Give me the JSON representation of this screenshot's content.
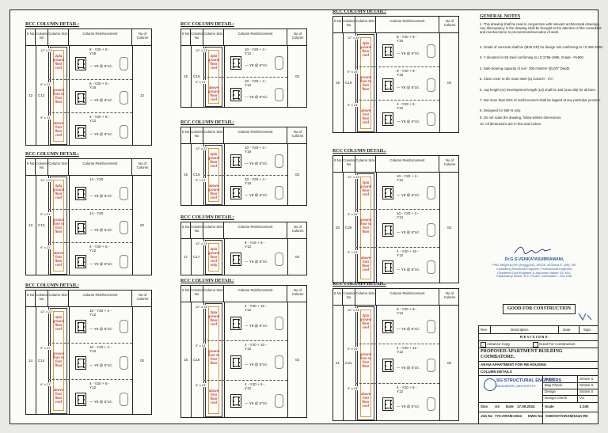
{
  "tables": [
    {
      "title": "RCC COLUMN DETAIL:",
      "headers": [
        "S No",
        "Column No",
        "Column Size",
        "Column Reinforcement",
        "No of Column"
      ],
      "sno": "12",
      "col": "C12",
      "count": "12",
      "rows": [
        {
          "size": "12\" x 21\"",
          "floor": "2pla ground floor roof",
          "reinf": "8 - Y20 + 6 - Y16",
          "tie": "Y8 @ 6\"c/c"
        },
        {
          "size": "9\" x 21\"",
          "floor": "ground floor to first floor",
          "reinf": "6 - Y20 + 6 - Y16",
          "tie": "Y8 @ 6\"c/c"
        },
        {
          "size": "9\" x 21\"",
          "floor": "above first floor roof",
          "reinf": "4 - Y20 + 6 - Y12",
          "tie": "Y8 @ 6\"c/c"
        }
      ]
    },
    {
      "title": "RCC COLUMN DETAIL:",
      "headers": [
        "S No",
        "Column No",
        "Column Size",
        "Column Reinforcement",
        "No of Column"
      ],
      "sno": "13",
      "col": "C13",
      "count": "02",
      "rows": [
        {
          "size": "12\" x 21\"",
          "floor": "2pla ground floor roof",
          "reinf": "14 - Y20",
          "tie": "Y8 @ 6\"c/c"
        },
        {
          "size": "9\" x 21\"",
          "floor": "ground floor to first floor",
          "reinf": "14 - Y20",
          "tie": "Y8 @ 6\"c/c"
        },
        {
          "size": "9\" x 21\"",
          "floor": "above first floor roof",
          "reinf": "4 - Y20 + 6 - Y12",
          "tie": "Y8 @ 6\"c/c"
        }
      ]
    },
    {
      "title": "RCC COLUMN DETAIL:",
      "headers": [
        "S No",
        "Column No",
        "Column Size",
        "Column Reinforcement",
        "No of Column"
      ],
      "sno": "14",
      "col": "C14",
      "count": "02",
      "rows": [
        {
          "size": "12\" x 21\"",
          "floor": "2pla ground floor roof",
          "reinf": "10 - Y20 + 4 - Y12",
          "tie": "Y8 @ 6\"c/c"
        },
        {
          "size": "9\" x 21\"",
          "floor": "ground floor to first floor",
          "reinf": "10 - Y20 + 4 - Y12",
          "tie": "Y8 @ 6\"c/c"
        },
        {
          "size": "9\" x 21\"",
          "floor": "above first floor roof",
          "reinf": "4 - Y20 + 6 - Y12",
          "tie": "Y8 @ 6\"c/c"
        }
      ]
    },
    {
      "title": "RCC COLUMN DETAIL:",
      "headers": [
        "S No",
        "Column No",
        "Column Size",
        "Column Reinforcement",
        "No of Column"
      ],
      "sno": "15",
      "col": "C15",
      "count": "02",
      "rows": [
        {
          "size": "12\" x 21\"",
          "floor": "2pla ground floor roof",
          "reinf": "10 - Y20 + 4 - Y12",
          "tie": "Y8 @ 6\"c/c"
        },
        {
          "size": "9\" x 21\"",
          "floor": "above ground floor roof",
          "reinf": "10 - Y20 + 4 - Y12",
          "tie": "Y8 @ 6\"c/c"
        }
      ]
    },
    {
      "title": "RCC COLUMN DETAIL:",
      "headers": [
        "S No",
        "Column No",
        "Column Size",
        "Column Reinforcement",
        "No of Column"
      ],
      "sno": "16",
      "col": "C16",
      "count": "02",
      "rows": [
        {
          "size": "12\" x 21\"",
          "floor": "2pla ground floor roof",
          "reinf": "10 - Y20 + 4 - Y16",
          "tie": "Y8 @ 6\"c/c"
        },
        {
          "size": "9\" x 21\"",
          "floor": "above ground floor roof",
          "reinf": "10 - Y20 + 4 - Y16",
          "tie": "Y8 @ 6\"c/c"
        }
      ]
    },
    {
      "title": "RCC COLUMN DETAIL:",
      "headers": [
        "S No",
        "Column No",
        "Column Size",
        "Column Reinforcement",
        "No of Column"
      ],
      "sno": "17",
      "col": "C17",
      "count": "02",
      "rows": [
        {
          "size": "12\" x 21\"",
          "floor": "2pla ground floor roof only",
          "reinf": "8 - Y16 + 6 - Y12",
          "tie": "Y8 @ 6\"c/c"
        }
      ]
    },
    {
      "title": "RCC COLUMN DETAIL:",
      "headers": [
        "S No",
        "Column No",
        "Column Size",
        "Column Reinforcement",
        "No of Column"
      ],
      "sno": "18",
      "col": "C18",
      "count": "02",
      "rows": [
        {
          "size": "12\" x 24\"",
          "floor": "2pla ground floor roof",
          "reinf": "4 - Y20 + 10 - Y12",
          "tie": "Y8 @ 6\"c/c"
        },
        {
          "size": "9\" x 24\"",
          "floor": "ground floor to first floor",
          "reinf": "4 - Y20 + 10 - Y12",
          "tie": "Y8 @ 6\"c/c"
        },
        {
          "size": "9\" x 24\"",
          "floor": "above first floor roof",
          "reinf": "4 - Y20 + 6 - Y12",
          "tie": "Y8 @ 6\"c/c"
        }
      ]
    },
    {
      "title": "RCC COLUMN DETAIL:",
      "headers": [
        "S No",
        "Column No",
        "Column Size",
        "Column Reinforcement",
        "No of Column"
      ],
      "sno": "19",
      "col": "C19",
      "count": "04",
      "rows": [
        {
          "size": "12\" x 24\"",
          "floor": "2pla ground floor roof",
          "reinf": "8 - Y20 + 8 - Y16",
          "tie": "Y8 @ 6\"c/c"
        },
        {
          "size": "9\" x 24\"",
          "floor": "ground floor to first floor",
          "reinf": "8 - Y20 + 8 - Y16",
          "tie": "Y8 @ 6\"c/c"
        },
        {
          "size": "9\" x 24\"",
          "floor": "above first floor roof",
          "reinf": "4 - Y20 + 6 - Y12",
          "tie": "Y8 @ 6\"c/c"
        }
      ]
    },
    {
      "title": "RCC COLUMN DETAIL:",
      "headers": [
        "S No",
        "Column No",
        "Column Size",
        "Column Reinforcement",
        "No of Column"
      ],
      "sno": "20",
      "col": "C20",
      "count": "04",
      "rows": [
        {
          "size": "12\" x 24\"",
          "floor": "2pla ground floor roof",
          "reinf": "10 - Y20 + 4 - Y12",
          "tie": "Y8 @ 6\"c/c"
        },
        {
          "size": "9\" x 24\"",
          "floor": "ground floor to first floor",
          "reinf": "10 - Y20 + 4 - Y12",
          "tie": "Y8 @ 6\"c/c"
        },
        {
          "size": "9\" x 24\"",
          "floor": "above first floor roof",
          "reinf": "4 - Y20 + 10 - Y12",
          "tie": "Y8 @ 6\"c/c"
        }
      ]
    },
    {
      "title": "RCC COLUMN DETAIL:",
      "headers": [
        "S No",
        "Column No",
        "Column Size",
        "Column Reinforcement",
        "No of Column"
      ],
      "sno": "21",
      "col": "C21",
      "count": "02",
      "rows": [
        {
          "size": "12\" x 24\"",
          "floor": "2pla ground floor roof",
          "reinf": "6 - Y20 + 8 - Y12",
          "tie": "Y8 @ 6\"c/c"
        },
        {
          "size": "9\" x 24\"",
          "floor": "ground floor to first floor",
          "reinf": "4 - Y20 + 12 - Y12",
          "tie": "Y8 @ 6\"c/c"
        },
        {
          "size": "9\" x 24\"",
          "floor": "above first floor roof",
          "reinf": "4 - Y20 + 8 - Y12",
          "tie": "Y8 @ 6\"c/c"
        }
      ]
    }
  ],
  "general_notes": {
    "title": "GENERAL NOTES",
    "items": [
      "1. This drawing shall be read in conjunction with relevant architectural drawings. Any discrepancy in the drawing shall be brought to the attention of the consultant and resolved prior to procurement/execution of work.",
      "2. Grade of concrete shall be (M25 GR) for design mix confirming to I.S:456-2000.",
      "3. Y denotes for 50 steel confirming to I.S:1786-1986, Grade - Fe500.",
      "4. Safe bearing capacity of soil : 300.0 kN/m² @10'0\" Depth.",
      "5. Clear cover to the main steel (a) Column - 1½\".",
      "6. Lap length (or) Development length (Ld) shall be 48d (max dia) for all bars.",
      "7. Not more than 50% of reinforcement shall be lapped at any particular junction.",
      "8. Designed for SBI+5 only.",
      "9. Do not scale the drawing, follow written dimensions.",
      "10. All dimensions are in feet and inches."
    ]
  },
  "engineer": {
    "name": "Dr.G.S.VENKATASUBRAMANI,",
    "details": "PhD.,MS(Hull),PE.(Engg)(UK), MSCE.,M.Struct.E.,(MI).,FIE Consulting Structural Engineer, Professional Engineer, Chartered Civil Engineer & Approved Valuer 33, M.K. Palanisamy Street, K.K. Pudur, Coimbatore - 641 038."
  },
  "stamp_text": "GOOD FOR CONSTRUCTION",
  "title_block": {
    "rev_label": "Rev",
    "desc_label": "Description",
    "date_label": "Date",
    "sign_label": "Sign",
    "revisions_label": "R E V I S I O N S",
    "advance_copy": "Advance Copy",
    "good_for_construction": "Good For Construction",
    "project": "PROPOSED APARTMENT BUILDING",
    "city": "COIMBATORE.",
    "client": "ARAM APARTMENT FOR RB HOUSING",
    "sheet": "COLUMN DETAILS",
    "firm_name": "SG STRUCTURAL ENGINEERS",
    "firm_sub": "ENGINEERS | ARCHITECTS",
    "drawn_label": "Drawn",
    "drawn_val": "Sriram S",
    "bag_label": "Bag Check",
    "bag_val": "Sriram S",
    "design_label": "Design",
    "design_val": "Sriram S",
    "dcheck_label": "Design Check",
    "dcheck_val": "VS",
    "size_label": "Size",
    "size_val": "A3",
    "date_label2": "Date",
    "date_val": "17.09.2024",
    "scale_label": "Scale",
    "scale_val": "1:100",
    "job_label": "Job No",
    "job_val": "773-ARAM-2024",
    "dwg_label": "DWG No",
    "dwg_val": "SSE/OST/ARAM/104A-R0"
  }
}
